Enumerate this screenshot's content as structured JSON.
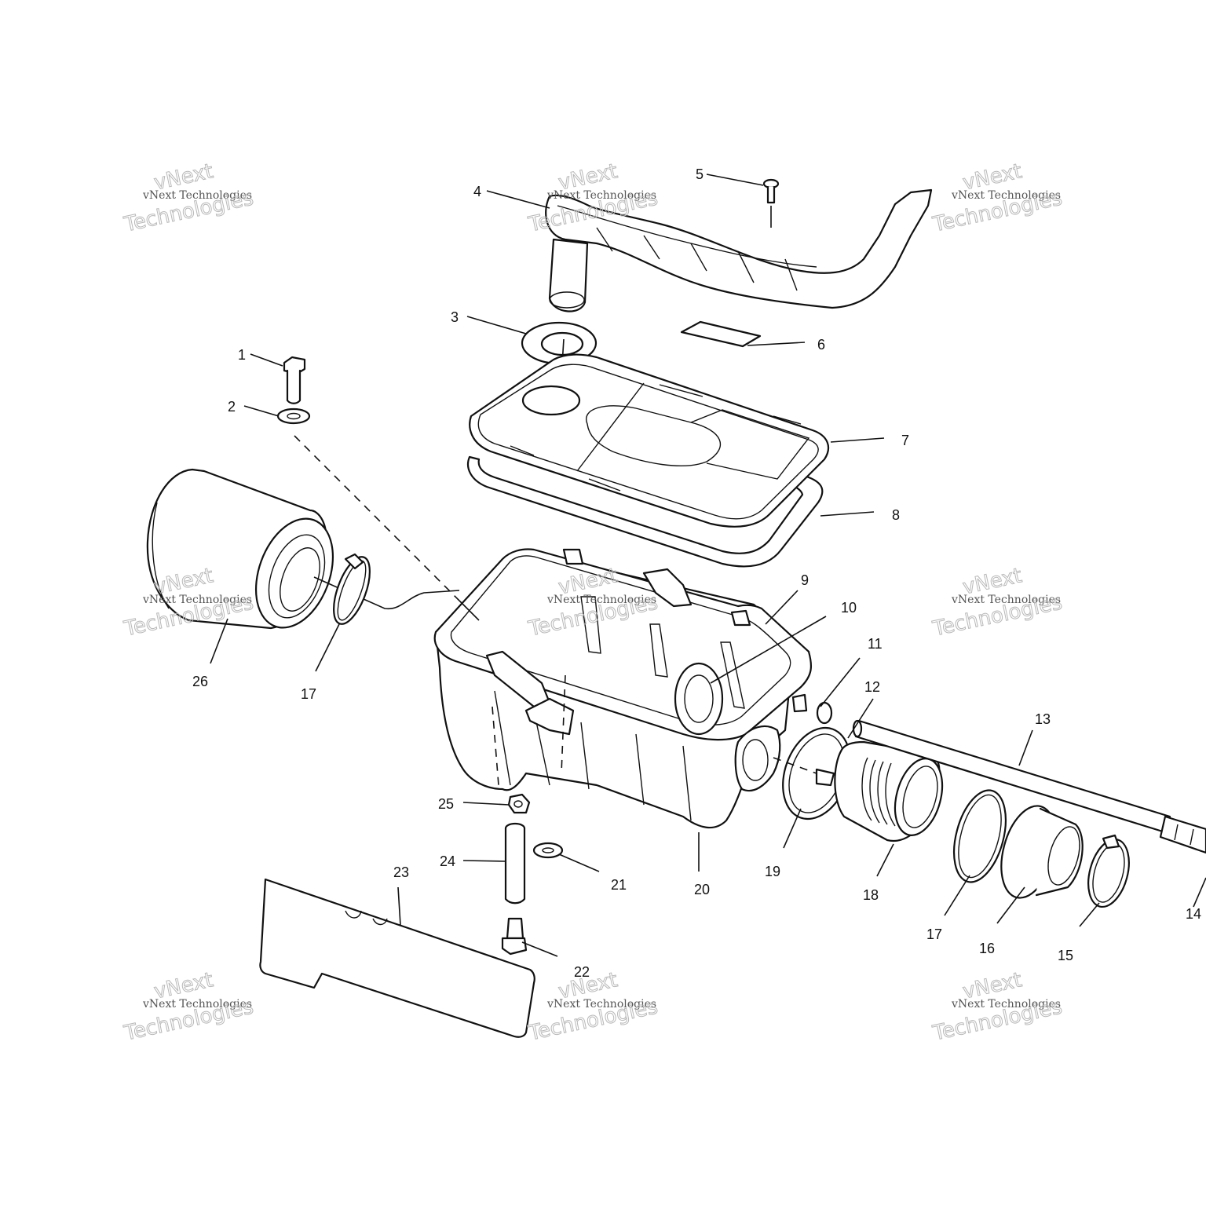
{
  "diagram": {
    "callouts": [
      "1",
      "2",
      "3",
      "4",
      "5",
      "6",
      "7",
      "8",
      "9",
      "10",
      "11",
      "12",
      "13",
      "14",
      "15",
      "16",
      "17",
      "17",
      "18",
      "19",
      "20",
      "21",
      "22",
      "23",
      "24",
      "25",
      "26"
    ]
  },
  "watermark": {
    "top_line": "vNext",
    "small_line": "vNext Technologies",
    "bottom_line": "Technologies"
  }
}
